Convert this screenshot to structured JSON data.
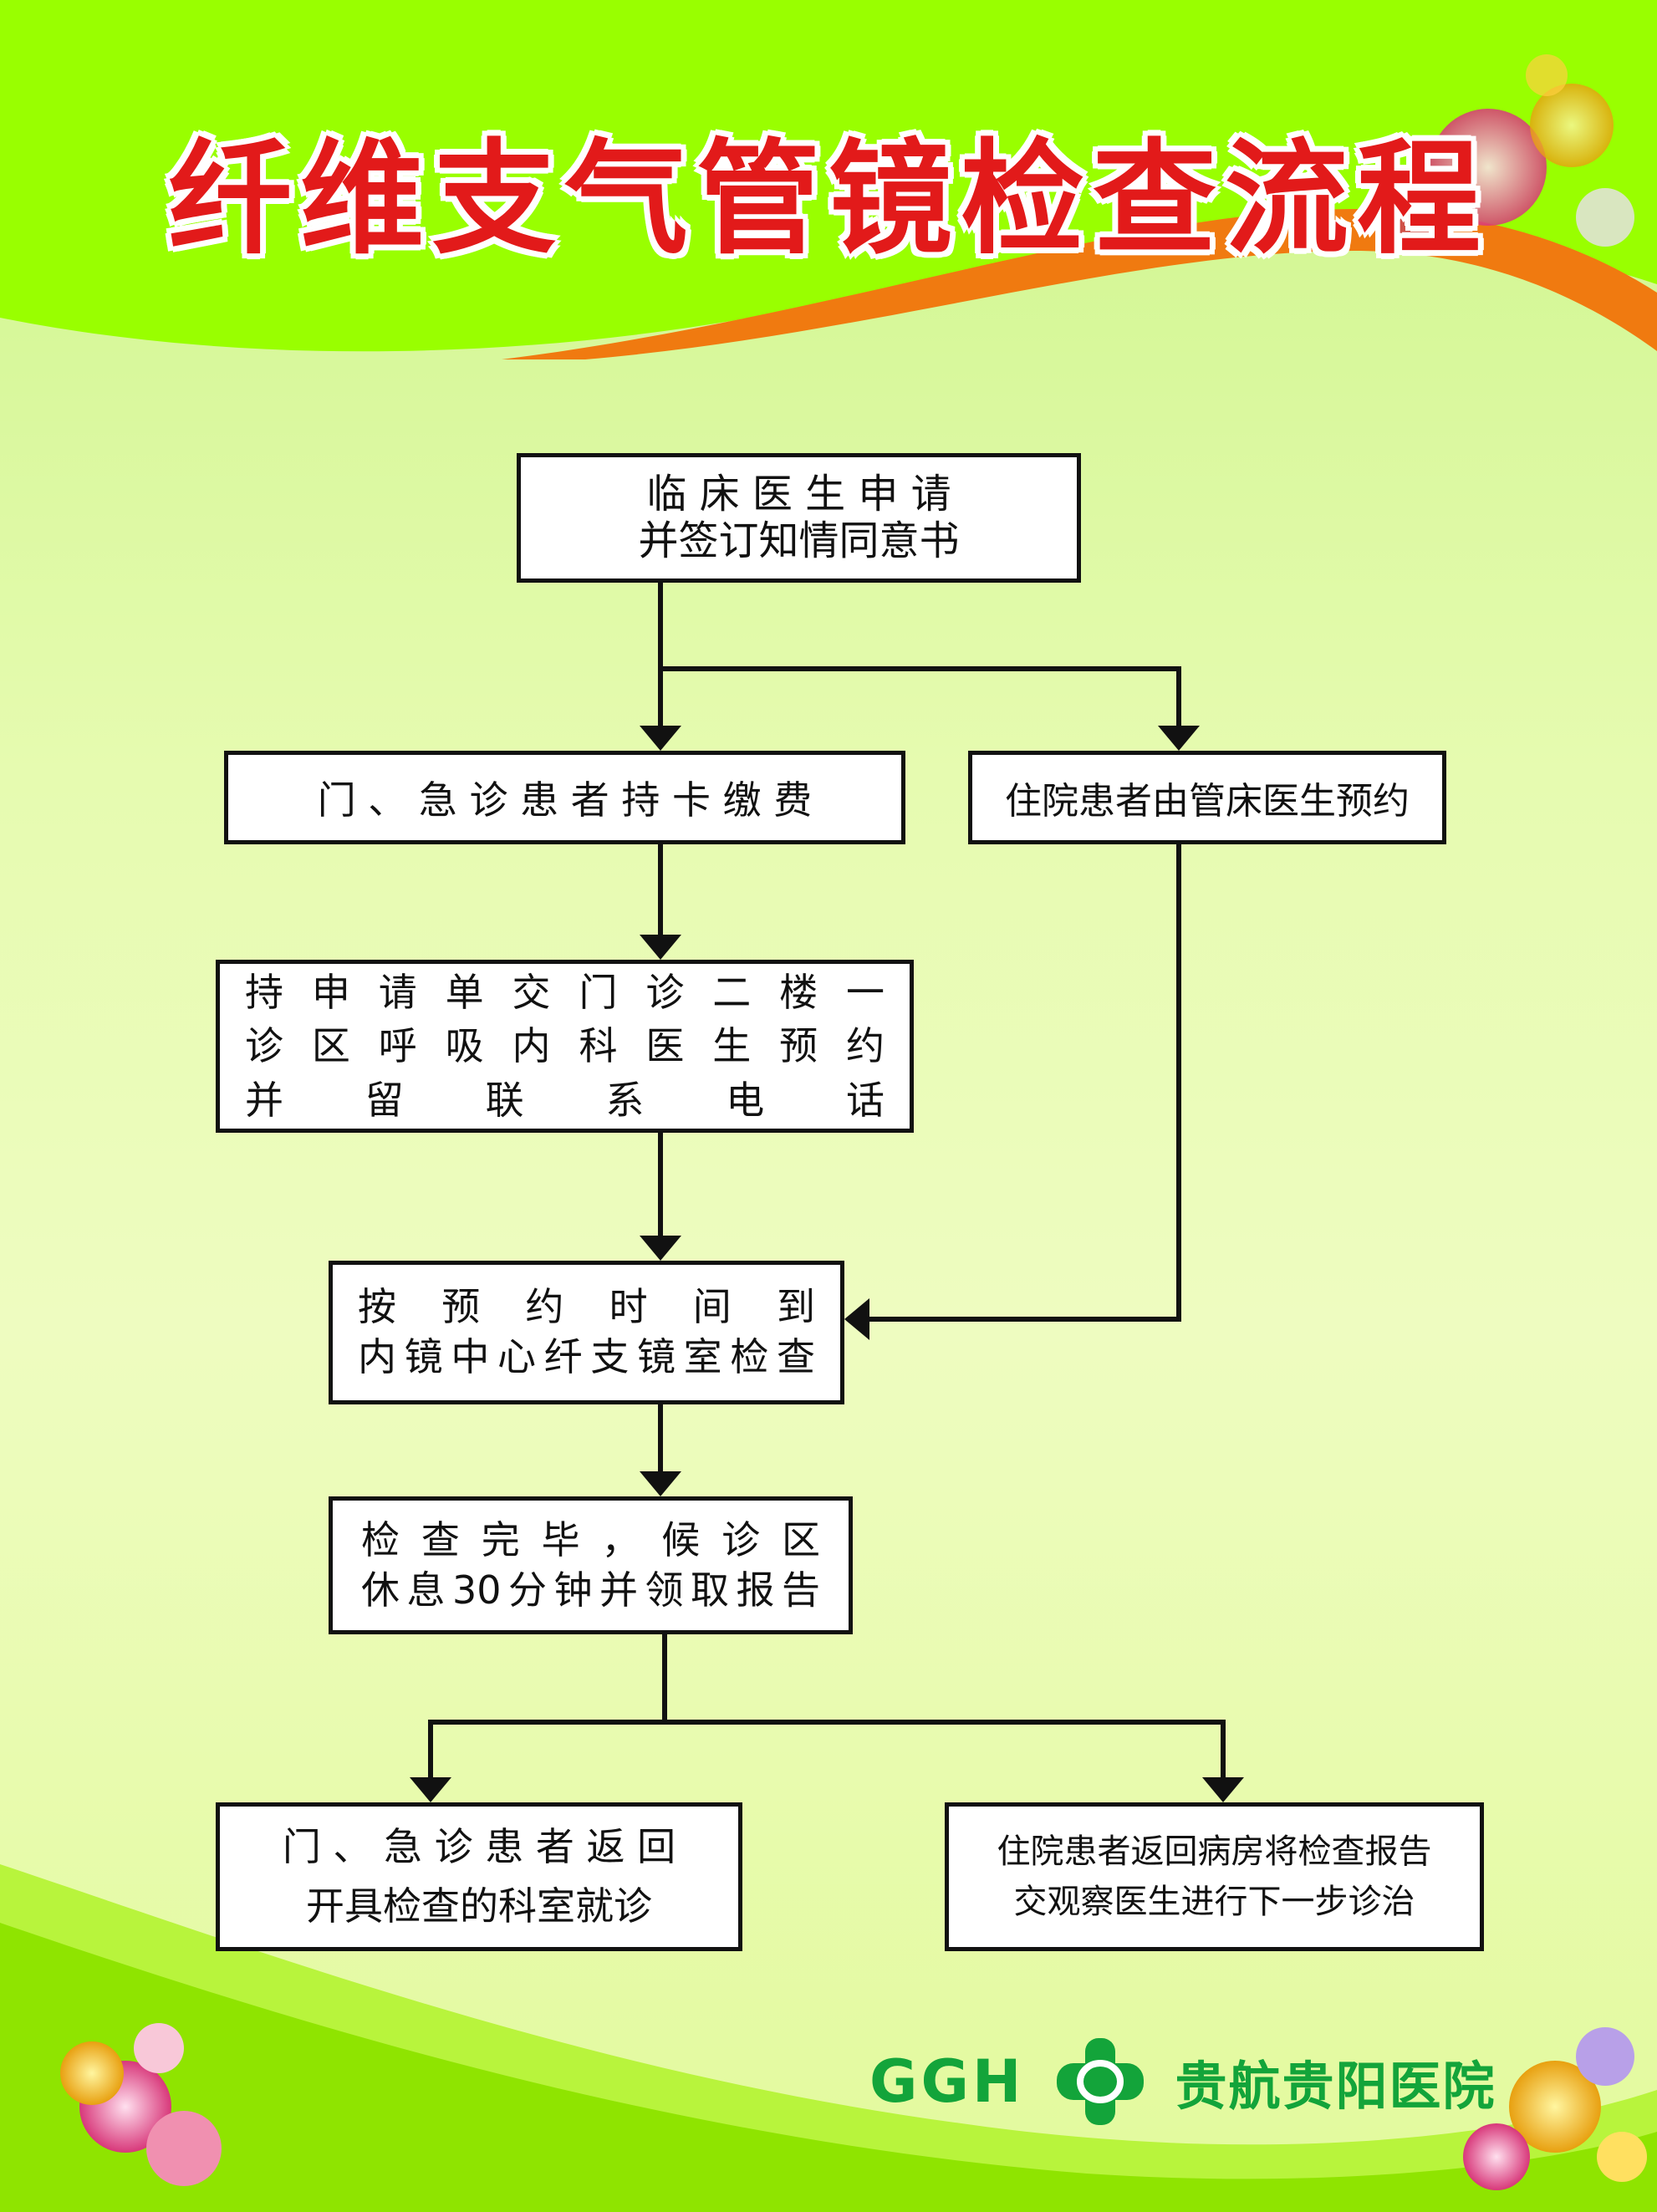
{
  "title": "纤维支气管镜检查流程",
  "steps": [
    {
      "lines": [
        "临 床 医 生 申 请",
        "并签订知情同意书"
      ]
    },
    {
      "lines": [
        "门 、 急 诊 患 者 持 卡 缴 费"
      ]
    },
    {
      "lines": [
        "住院患者由管床医生预约"
      ]
    },
    {
      "lines": [
        "持申请单交门诊二楼一",
        "诊区呼吸内科医生预约",
        "并留联系电话"
      ]
    },
    {
      "lines": [
        "按 预 约 时 间 到",
        "内镜中心纤支镜室检查"
      ]
    },
    {
      "lines": [
        "检 查 完 毕 ， 候 诊 区",
        "休息30分钟并领取报告"
      ]
    },
    {
      "lines": [
        "门 、 急 诊 患 者 返 回",
        "开具检查的科室就诊"
      ]
    },
    {
      "lines": [
        "住院患者返回病房将检查报告",
        "交观察医生进行下一步诊治"
      ]
    }
  ],
  "logo": {
    "abbr": "GGH",
    "name": "贵航贵阳医院",
    "icon": "cross-emblem-icon"
  },
  "colors": {
    "title": "#e21a1a",
    "logo": "#13a43a",
    "band_green": "#99ff00",
    "band_orange": "#f07a10",
    "box_border": "#111111",
    "connector": "#111111"
  }
}
